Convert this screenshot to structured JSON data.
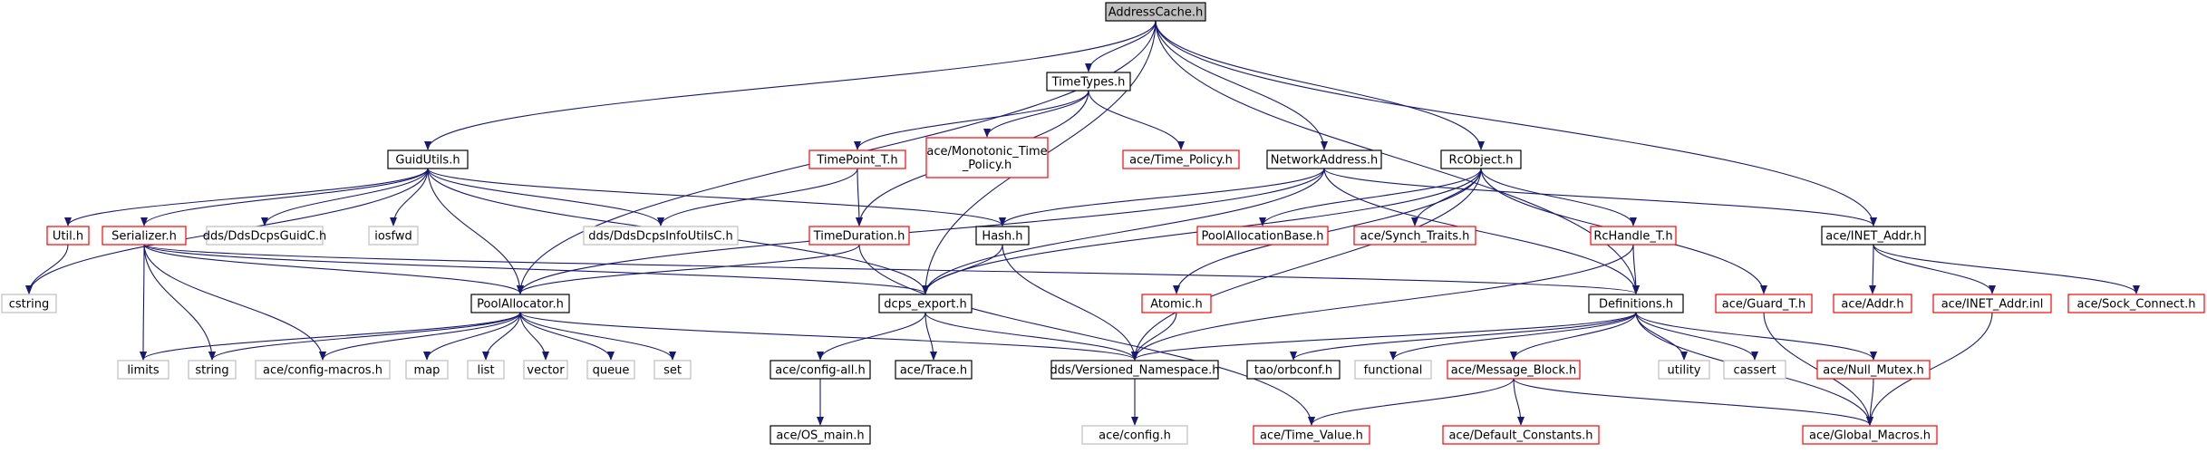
{
  "colors": {
    "edge": "#191970",
    "border_default": "#000000",
    "border_missing": "#bfbfbf",
    "border_truncated": "#ff0000",
    "root_fill": "#bfbfbf"
  },
  "nodes": [
    {
      "id": "root",
      "label": "AddressCache.h",
      "kind": "root"
    },
    {
      "id": "timetypes",
      "label": "TimeTypes.h",
      "kind": "normal"
    },
    {
      "id": "guidutils",
      "label": "GuidUtils.h",
      "kind": "normal"
    },
    {
      "id": "timepoint",
      "label": "TimePoint_T.h",
      "kind": "truncated"
    },
    {
      "id": "monotonic",
      "label": "ace/Monotonic_Time\n_Policy.h",
      "kind": "truncated"
    },
    {
      "id": "timepolicy",
      "label": "ace/Time_Policy.h",
      "kind": "truncated"
    },
    {
      "id": "netaddr",
      "label": "NetworkAddress.h",
      "kind": "normal"
    },
    {
      "id": "rcobject",
      "label": "RcObject.h",
      "kind": "normal"
    },
    {
      "id": "util",
      "label": "Util.h",
      "kind": "truncated"
    },
    {
      "id": "serializer",
      "label": "Serializer.h",
      "kind": "truncated"
    },
    {
      "id": "guidc",
      "label": "dds/DdsDcpsGuidC.h",
      "kind": "missing"
    },
    {
      "id": "iosfwd",
      "label": "iosfwd",
      "kind": "missing"
    },
    {
      "id": "infoutils",
      "label": "dds/DdsDcpsInfoUtilsC.h",
      "kind": "missing"
    },
    {
      "id": "timeduration",
      "label": "TimeDuration.h",
      "kind": "truncated"
    },
    {
      "id": "hash",
      "label": "Hash.h",
      "kind": "normal"
    },
    {
      "id": "poolallocbase",
      "label": "PoolAllocationBase.h",
      "kind": "truncated"
    },
    {
      "id": "synch",
      "label": "ace/Synch_Traits.h",
      "kind": "truncated"
    },
    {
      "id": "rchandle",
      "label": "RcHandle_T.h",
      "kind": "truncated"
    },
    {
      "id": "inetaddr",
      "label": "ace/INET_Addr.h",
      "kind": "normal"
    },
    {
      "id": "cstring",
      "label": "cstring",
      "kind": "missing"
    },
    {
      "id": "poolallocator",
      "label": "PoolAllocator.h",
      "kind": "normal"
    },
    {
      "id": "dcpsexport",
      "label": "dcps_export.h",
      "kind": "normal"
    },
    {
      "id": "atomic",
      "label": "Atomic.h",
      "kind": "truncated"
    },
    {
      "id": "definitions",
      "label": "Definitions.h",
      "kind": "normal"
    },
    {
      "id": "guardt",
      "label": "ace/Guard_T.h",
      "kind": "truncated"
    },
    {
      "id": "aceaddr",
      "label": "ace/Addr.h",
      "kind": "truncated"
    },
    {
      "id": "inetinl",
      "label": "ace/INET_Addr.inl",
      "kind": "truncated"
    },
    {
      "id": "sockconnect",
      "label": "ace/Sock_Connect.h",
      "kind": "truncated"
    },
    {
      "id": "limits",
      "label": "limits",
      "kind": "missing"
    },
    {
      "id": "string",
      "label": "string",
      "kind": "missing"
    },
    {
      "id": "configmacros",
      "label": "ace/config-macros.h",
      "kind": "missing"
    },
    {
      "id": "map",
      "label": "map",
      "kind": "missing"
    },
    {
      "id": "list",
      "label": "list",
      "kind": "missing"
    },
    {
      "id": "vector",
      "label": "vector",
      "kind": "missing"
    },
    {
      "id": "queue",
      "label": "queue",
      "kind": "missing"
    },
    {
      "id": "set",
      "label": "set",
      "kind": "missing"
    },
    {
      "id": "configall",
      "label": "ace/config-all.h",
      "kind": "normal"
    },
    {
      "id": "trace",
      "label": "ace/Trace.h",
      "kind": "normal"
    },
    {
      "id": "versioned",
      "label": "dds/Versioned_Namespace.h",
      "kind": "normal"
    },
    {
      "id": "orbconf",
      "label": "tao/orbconf.h",
      "kind": "normal"
    },
    {
      "id": "functional",
      "label": "functional",
      "kind": "missing"
    },
    {
      "id": "msgblock",
      "label": "ace/Message_Block.h",
      "kind": "truncated"
    },
    {
      "id": "utility",
      "label": "utility",
      "kind": "missing"
    },
    {
      "id": "cassert",
      "label": "cassert",
      "kind": "missing"
    },
    {
      "id": "nullmutex",
      "label": "ace/Null_Mutex.h",
      "kind": "truncated"
    },
    {
      "id": "osmain",
      "label": "ace/OS_main.h",
      "kind": "normal"
    },
    {
      "id": "aceconfig",
      "label": "ace/config.h",
      "kind": "missing"
    },
    {
      "id": "timevalue",
      "label": "ace/Time_Value.h",
      "kind": "truncated"
    },
    {
      "id": "defconst",
      "label": "ace/Default_Constants.h",
      "kind": "truncated"
    },
    {
      "id": "globalmacros",
      "label": "ace/Global_Macros.h",
      "kind": "truncated"
    }
  ],
  "edges": [
    [
      "root",
      "timetypes"
    ],
    [
      "root",
      "guidutils"
    ],
    [
      "root",
      "netaddr"
    ],
    [
      "root",
      "rcobject"
    ],
    [
      "root",
      "inetaddr"
    ],
    [
      "root",
      "poolallocator"
    ],
    [
      "root",
      "dcpsexport"
    ],
    [
      "root",
      "definitions"
    ],
    [
      "timetypes",
      "timepoint"
    ],
    [
      "timetypes",
      "monotonic"
    ],
    [
      "timetypes",
      "timepolicy"
    ],
    [
      "timetypes",
      "timeduration"
    ],
    [
      "timepoint",
      "timeduration"
    ],
    [
      "timepoint",
      "infoutils"
    ],
    [
      "timeduration",
      "poolallocator"
    ],
    [
      "timeduration",
      "timevalue"
    ],
    [
      "guidutils",
      "util"
    ],
    [
      "guidutils",
      "serializer"
    ],
    [
      "guidutils",
      "guidc"
    ],
    [
      "guidutils",
      "iosfwd"
    ],
    [
      "guidutils",
      "infoutils"
    ],
    [
      "guidutils",
      "hash"
    ],
    [
      "guidutils",
      "cstring"
    ],
    [
      "guidutils",
      "poolallocator"
    ],
    [
      "guidutils",
      "dcpsexport"
    ],
    [
      "util",
      "cstring"
    ],
    [
      "serializer",
      "poolallocator"
    ],
    [
      "serializer",
      "dcpsexport"
    ],
    [
      "serializer",
      "definitions"
    ],
    [
      "serializer",
      "limits"
    ],
    [
      "serializer",
      "string"
    ],
    [
      "serializer",
      "configmacros"
    ],
    [
      "netaddr",
      "hash"
    ],
    [
      "netaddr",
      "poolallocator"
    ],
    [
      "netaddr",
      "dcpsexport"
    ],
    [
      "netaddr",
      "inetaddr"
    ],
    [
      "netaddr",
      "definitions"
    ],
    [
      "hash",
      "dcpsexport"
    ],
    [
      "hash",
      "versioned"
    ],
    [
      "rcobject",
      "poolallocbase"
    ],
    [
      "rcobject",
      "synch"
    ],
    [
      "rcobject",
      "rchandle"
    ],
    [
      "rcobject",
      "atomic"
    ],
    [
      "rcobject",
      "guardt"
    ],
    [
      "rcobject",
      "dcpsexport"
    ],
    [
      "rcobject",
      "versioned"
    ],
    [
      "rchandle",
      "definitions"
    ],
    [
      "rchandle",
      "versioned"
    ],
    [
      "atomic",
      "versioned"
    ],
    [
      "inetaddr",
      "aceaddr"
    ],
    [
      "inetaddr",
      "inetinl"
    ],
    [
      "inetaddr",
      "sockconnect"
    ],
    [
      "inetinl",
      "globalmacros"
    ],
    [
      "guardt",
      "globalmacros"
    ],
    [
      "poolallocator",
      "limits"
    ],
    [
      "poolallocator",
      "string"
    ],
    [
      "poolallocator",
      "configmacros"
    ],
    [
      "poolallocator",
      "map"
    ],
    [
      "poolallocator",
      "list"
    ],
    [
      "poolallocator",
      "vector"
    ],
    [
      "poolallocator",
      "queue"
    ],
    [
      "poolallocator",
      "set"
    ],
    [
      "poolallocator",
      "versioned"
    ],
    [
      "dcpsexport",
      "configall"
    ],
    [
      "dcpsexport",
      "trace"
    ],
    [
      "dcpsexport",
      "versioned"
    ],
    [
      "configall",
      "osmain"
    ],
    [
      "versioned",
      "aceconfig"
    ],
    [
      "definitions",
      "versioned"
    ],
    [
      "definitions",
      "orbconf"
    ],
    [
      "definitions",
      "functional"
    ],
    [
      "definitions",
      "msgblock"
    ],
    [
      "definitions",
      "utility"
    ],
    [
      "definitions",
      "cassert"
    ],
    [
      "definitions",
      "nullmutex"
    ],
    [
      "definitions",
      "globalmacros"
    ],
    [
      "msgblock",
      "timevalue"
    ],
    [
      "msgblock",
      "defconst"
    ],
    [
      "msgblock",
      "globalmacros"
    ],
    [
      "nullmutex",
      "globalmacros"
    ]
  ]
}
